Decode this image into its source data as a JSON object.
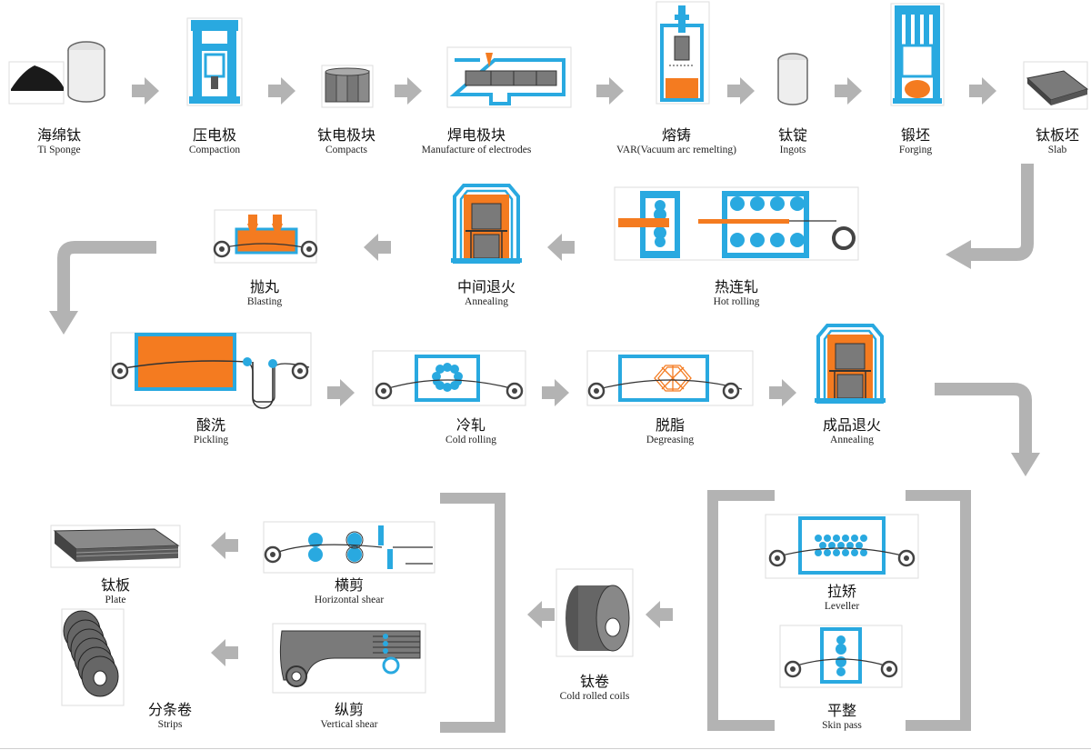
{
  "colors": {
    "blue": "#29A9E0",
    "orange": "#F47B20",
    "gray": "#BDBDBD",
    "dark": "#7A7A7A",
    "arrow": "#B3B3B3"
  },
  "steps": [
    {
      "id": "sponge",
      "zh": "海绵钛",
      "en": "Ti Sponge",
      "icon": "ti-sponge-icon"
    },
    {
      "id": "compaction",
      "zh": "压电极",
      "en": "Compaction",
      "icon": "press-icon"
    },
    {
      "id": "compacts",
      "zh": "钛电极块",
      "en": "Compacts",
      "icon": "compacts-icon"
    },
    {
      "id": "electrodes",
      "zh": "焊电极块",
      "en": "Manufacture of electrodes",
      "icon": "welding-chamber-icon"
    },
    {
      "id": "var",
      "zh": "熔铸",
      "en": "VAR(Vacuum arc remelting)",
      "icon": "var-furnace-icon"
    },
    {
      "id": "ingots",
      "zh": "钛锭",
      "en": "Ingots",
      "icon": "ingot-icon"
    },
    {
      "id": "forging",
      "zh": "锻坯",
      "en": "Forging",
      "icon": "forging-press-icon"
    },
    {
      "id": "slab",
      "zh": "钛板坯",
      "en": "Slab",
      "icon": "slab-icon"
    },
    {
      "id": "hot-rolling",
      "zh": "热连轧",
      "en": "Hot rolling",
      "icon": "hot-rolling-mill-icon"
    },
    {
      "id": "annealing-1",
      "zh": "中间退火",
      "en": "Annealing",
      "icon": "annealing-furnace-icon"
    },
    {
      "id": "blasting",
      "zh": "抛丸",
      "en": "Blasting",
      "icon": "blasting-icon"
    },
    {
      "id": "pickling",
      "zh": "酸洗",
      "en": "Pickling",
      "icon": "pickling-tank-icon"
    },
    {
      "id": "cold-rolling",
      "zh": "冷轧",
      "en": "Cold rolling",
      "icon": "cold-rolling-mill-icon"
    },
    {
      "id": "degreasing",
      "zh": "脱脂",
      "en": "Degreasing",
      "icon": "degreasing-icon"
    },
    {
      "id": "annealing-2",
      "zh": "成品退火",
      "en": "Annealing",
      "icon": "annealing-furnace-icon"
    },
    {
      "id": "leveller",
      "zh": "拉矫",
      "en": "Leveller",
      "icon": "leveller-icon"
    },
    {
      "id": "skin-pass",
      "zh": "平整",
      "en": "Skin pass",
      "icon": "skin-pass-icon"
    },
    {
      "id": "coils",
      "zh": "钛卷",
      "en": "Cold rolled coils",
      "icon": "coil-icon"
    },
    {
      "id": "h-shear",
      "zh": "横剪",
      "en": "Horizontal shear",
      "icon": "horizontal-shear-icon"
    },
    {
      "id": "v-shear",
      "zh": "纵剪",
      "en": "Vertical shear",
      "icon": "vertical-shear-icon"
    },
    {
      "id": "plate",
      "zh": "钛板",
      "en": "Plate",
      "icon": "plate-stack-icon"
    },
    {
      "id": "strips",
      "zh": "分条卷",
      "en": "Strips",
      "icon": "strip-coils-icon"
    }
  ]
}
